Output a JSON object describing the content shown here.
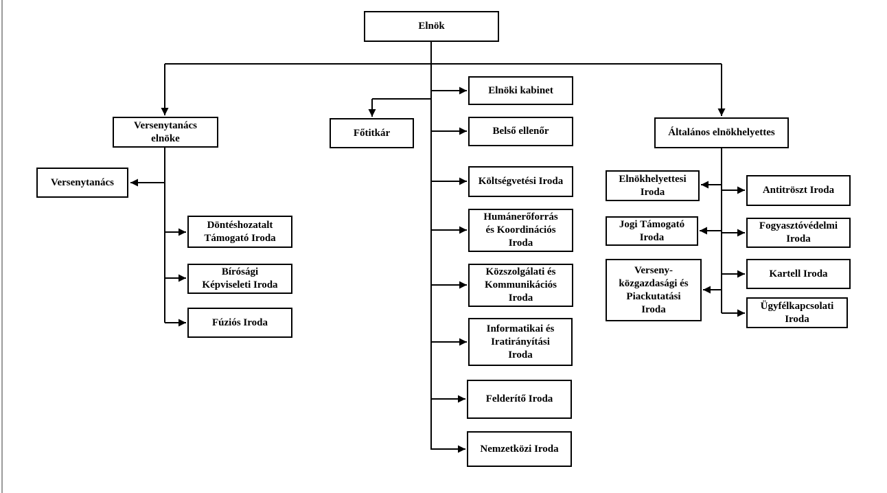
{
  "diagram": {
    "type": "org-chart",
    "colors": {
      "background": "#ffffff",
      "line": "#000000",
      "page_edge": "#9a9a9a",
      "text": "#000000"
    },
    "nodes": {
      "elnok": {
        "label": "Elnök"
      },
      "versenytanacs_elnoke": {
        "label": [
          "Versenytanács",
          "elnöke"
        ]
      },
      "versenytanacs": {
        "label": "Versenytanács"
      },
      "donteshozatalt_tamogato": {
        "label": [
          "Döntéshozatalt",
          "Támogató Iroda"
        ]
      },
      "birosagi_kepviseleti": {
        "label": [
          "Bírósági",
          "Képviseleti Iroda"
        ]
      },
      "fuzios": {
        "label": "Fúziós Iroda"
      },
      "fotitkar": {
        "label": "Főtitkár"
      },
      "elnoki_kabinet": {
        "label": "Elnöki kabinet"
      },
      "belso_ellenor": {
        "label": "Belső ellenőr"
      },
      "koltsegvetesi": {
        "label": "Költségvetési Iroda"
      },
      "humaneroforras": {
        "label": [
          "Humánerőforrás",
          "és Koordinációs",
          "Iroda"
        ]
      },
      "kozszolgalati": {
        "label": [
          "Közszolgálati és",
          "Kommunikációs",
          "Iroda"
        ]
      },
      "informatikai": {
        "label": [
          "Informatikai és",
          "Iratirányítási",
          "Iroda"
        ]
      },
      "felderito": {
        "label": "Felderítő Iroda"
      },
      "nemzetkozi": {
        "label": "Nemzetközi Iroda"
      },
      "altalanos_elnokhelyettes": {
        "label": "Általános elnökhelyettes"
      },
      "elnokhelyettesi": {
        "label": [
          "Elnökhelyettesi",
          "Iroda"
        ]
      },
      "jogi_tamogato": {
        "label": [
          "Jogi Támogató",
          "Iroda"
        ]
      },
      "verseny_kozgazdasagi": {
        "label": [
          "Verseny-",
          "közgazdasági és",
          "Piackutatási",
          "Iroda"
        ]
      },
      "antitroszt": {
        "label": "Antitröszt Iroda"
      },
      "fogyasztovedelmi": {
        "label": [
          "Fogyasztóvédelmi",
          "Iroda"
        ]
      },
      "kartell": {
        "label": "Kartell Iroda"
      },
      "ugyfelkapcsolati": {
        "label": "Ügyfélkapcsolati Iroda"
      }
    },
    "edges": [
      {
        "from": "elnok",
        "to": "versenytanacs_elnoke"
      },
      {
        "from": "elnok",
        "to": "fotitkar"
      },
      {
        "from": "elnok",
        "to": "altalanos_elnokhelyettes"
      },
      {
        "from": "elnok",
        "to": "elnoki_kabinet"
      },
      {
        "from": "elnok",
        "to": "belso_ellenor"
      },
      {
        "from": "elnok",
        "to": "koltsegvetesi"
      },
      {
        "from": "elnok",
        "to": "humaneroforras"
      },
      {
        "from": "elnok",
        "to": "kozszolgalati"
      },
      {
        "from": "elnok",
        "to": "informatikai"
      },
      {
        "from": "elnok",
        "to": "felderito"
      },
      {
        "from": "elnok",
        "to": "nemzetkozi"
      },
      {
        "from": "versenytanacs_elnoke",
        "to": "versenytanacs"
      },
      {
        "from": "versenytanacs_elnoke",
        "to": "donteshozatalt_tamogato"
      },
      {
        "from": "versenytanacs_elnoke",
        "to": "birosagi_kepviseleti"
      },
      {
        "from": "versenytanacs_elnoke",
        "to": "fuzios"
      },
      {
        "from": "altalanos_elnokhelyettes",
        "to": "elnokhelyettesi"
      },
      {
        "from": "altalanos_elnokhelyettes",
        "to": "jogi_tamogato"
      },
      {
        "from": "altalanos_elnokhelyettes",
        "to": "verseny_kozgazdasagi"
      },
      {
        "from": "altalanos_elnokhelyettes",
        "to": "antitroszt"
      },
      {
        "from": "altalanos_elnokhelyettes",
        "to": "fogyasztovedelmi"
      },
      {
        "from": "altalanos_elnokhelyettes",
        "to": "kartell"
      },
      {
        "from": "altalanos_elnokhelyettes",
        "to": "ugyfelkapcsolati"
      }
    ]
  }
}
